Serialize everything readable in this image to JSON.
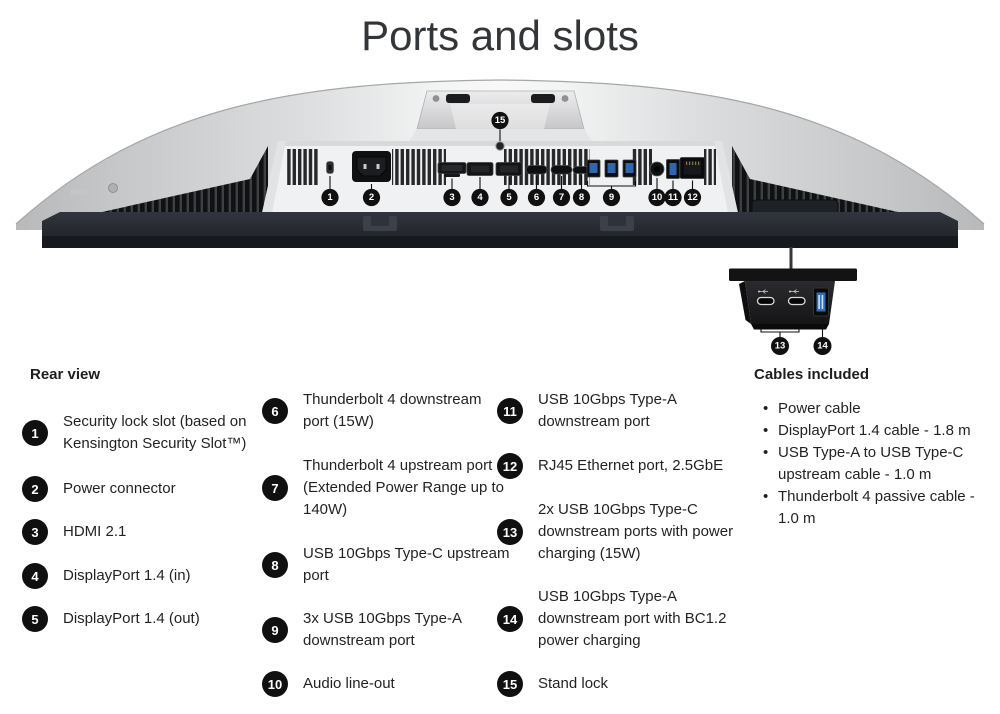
{
  "title": "Ports and slots",
  "figure": {
    "callouts": [
      "1",
      "2",
      "3",
      "4",
      "5",
      "6",
      "7",
      "8",
      "9",
      "10",
      "11",
      "12",
      "13",
      "14",
      "15"
    ]
  },
  "legend": {
    "heading": "Rear view",
    "items": [
      {
        "num": "1",
        "label": "Security lock slot (based on\nKensington Security Slot™)"
      },
      {
        "num": "2",
        "label": "Power connector"
      },
      {
        "num": "3",
        "label": "HDMI 2.1"
      },
      {
        "num": "4",
        "label": "DisplayPort 1.4 (in)"
      },
      {
        "num": "5",
        "label": "DisplayPort 1.4 (out)"
      },
      {
        "num": "6",
        "label": "Thunderbolt 4 downstream\nport (15W)"
      },
      {
        "num": "7",
        "label": "Thunderbolt 4 upstream port\n(Extended Power Range up to\n140W)"
      },
      {
        "num": "8",
        "label": "USB 10Gbps Type-C upstream\nport"
      },
      {
        "num": "9",
        "label": "3x USB 10Gbps Type-A\ndownstream port"
      },
      {
        "num": "10",
        "label": "Audio line-out"
      },
      {
        "num": "11",
        "label": "USB 10Gbps Type-A\ndownstream port"
      },
      {
        "num": "12",
        "label": "RJ45 Ethernet port, 2.5GbE"
      },
      {
        "num": "13",
        "label": "2x USB 10Gbps Type-C\ndownstream ports with power\ncharging (15W)"
      },
      {
        "num": "14",
        "label": "USB 10Gbps Type-A\ndownstream port with BC1.2\npower charging"
      },
      {
        "num": "15",
        "label": "Stand lock"
      }
    ]
  },
  "cables": {
    "heading": "Cables included",
    "items": [
      "Power cable",
      "DisplayPort 1.4 cable - 1.8 m",
      "USB Type-A to USB Type-C\nupstream cable - 1.0 m",
      "Thunderbolt 4 passive cable -\n1.0 m"
    ]
  },
  "colors": {
    "usb_blue": "#2f66ad",
    "callout_bg": "#101010",
    "body_silver": "#c7c9ca"
  }
}
